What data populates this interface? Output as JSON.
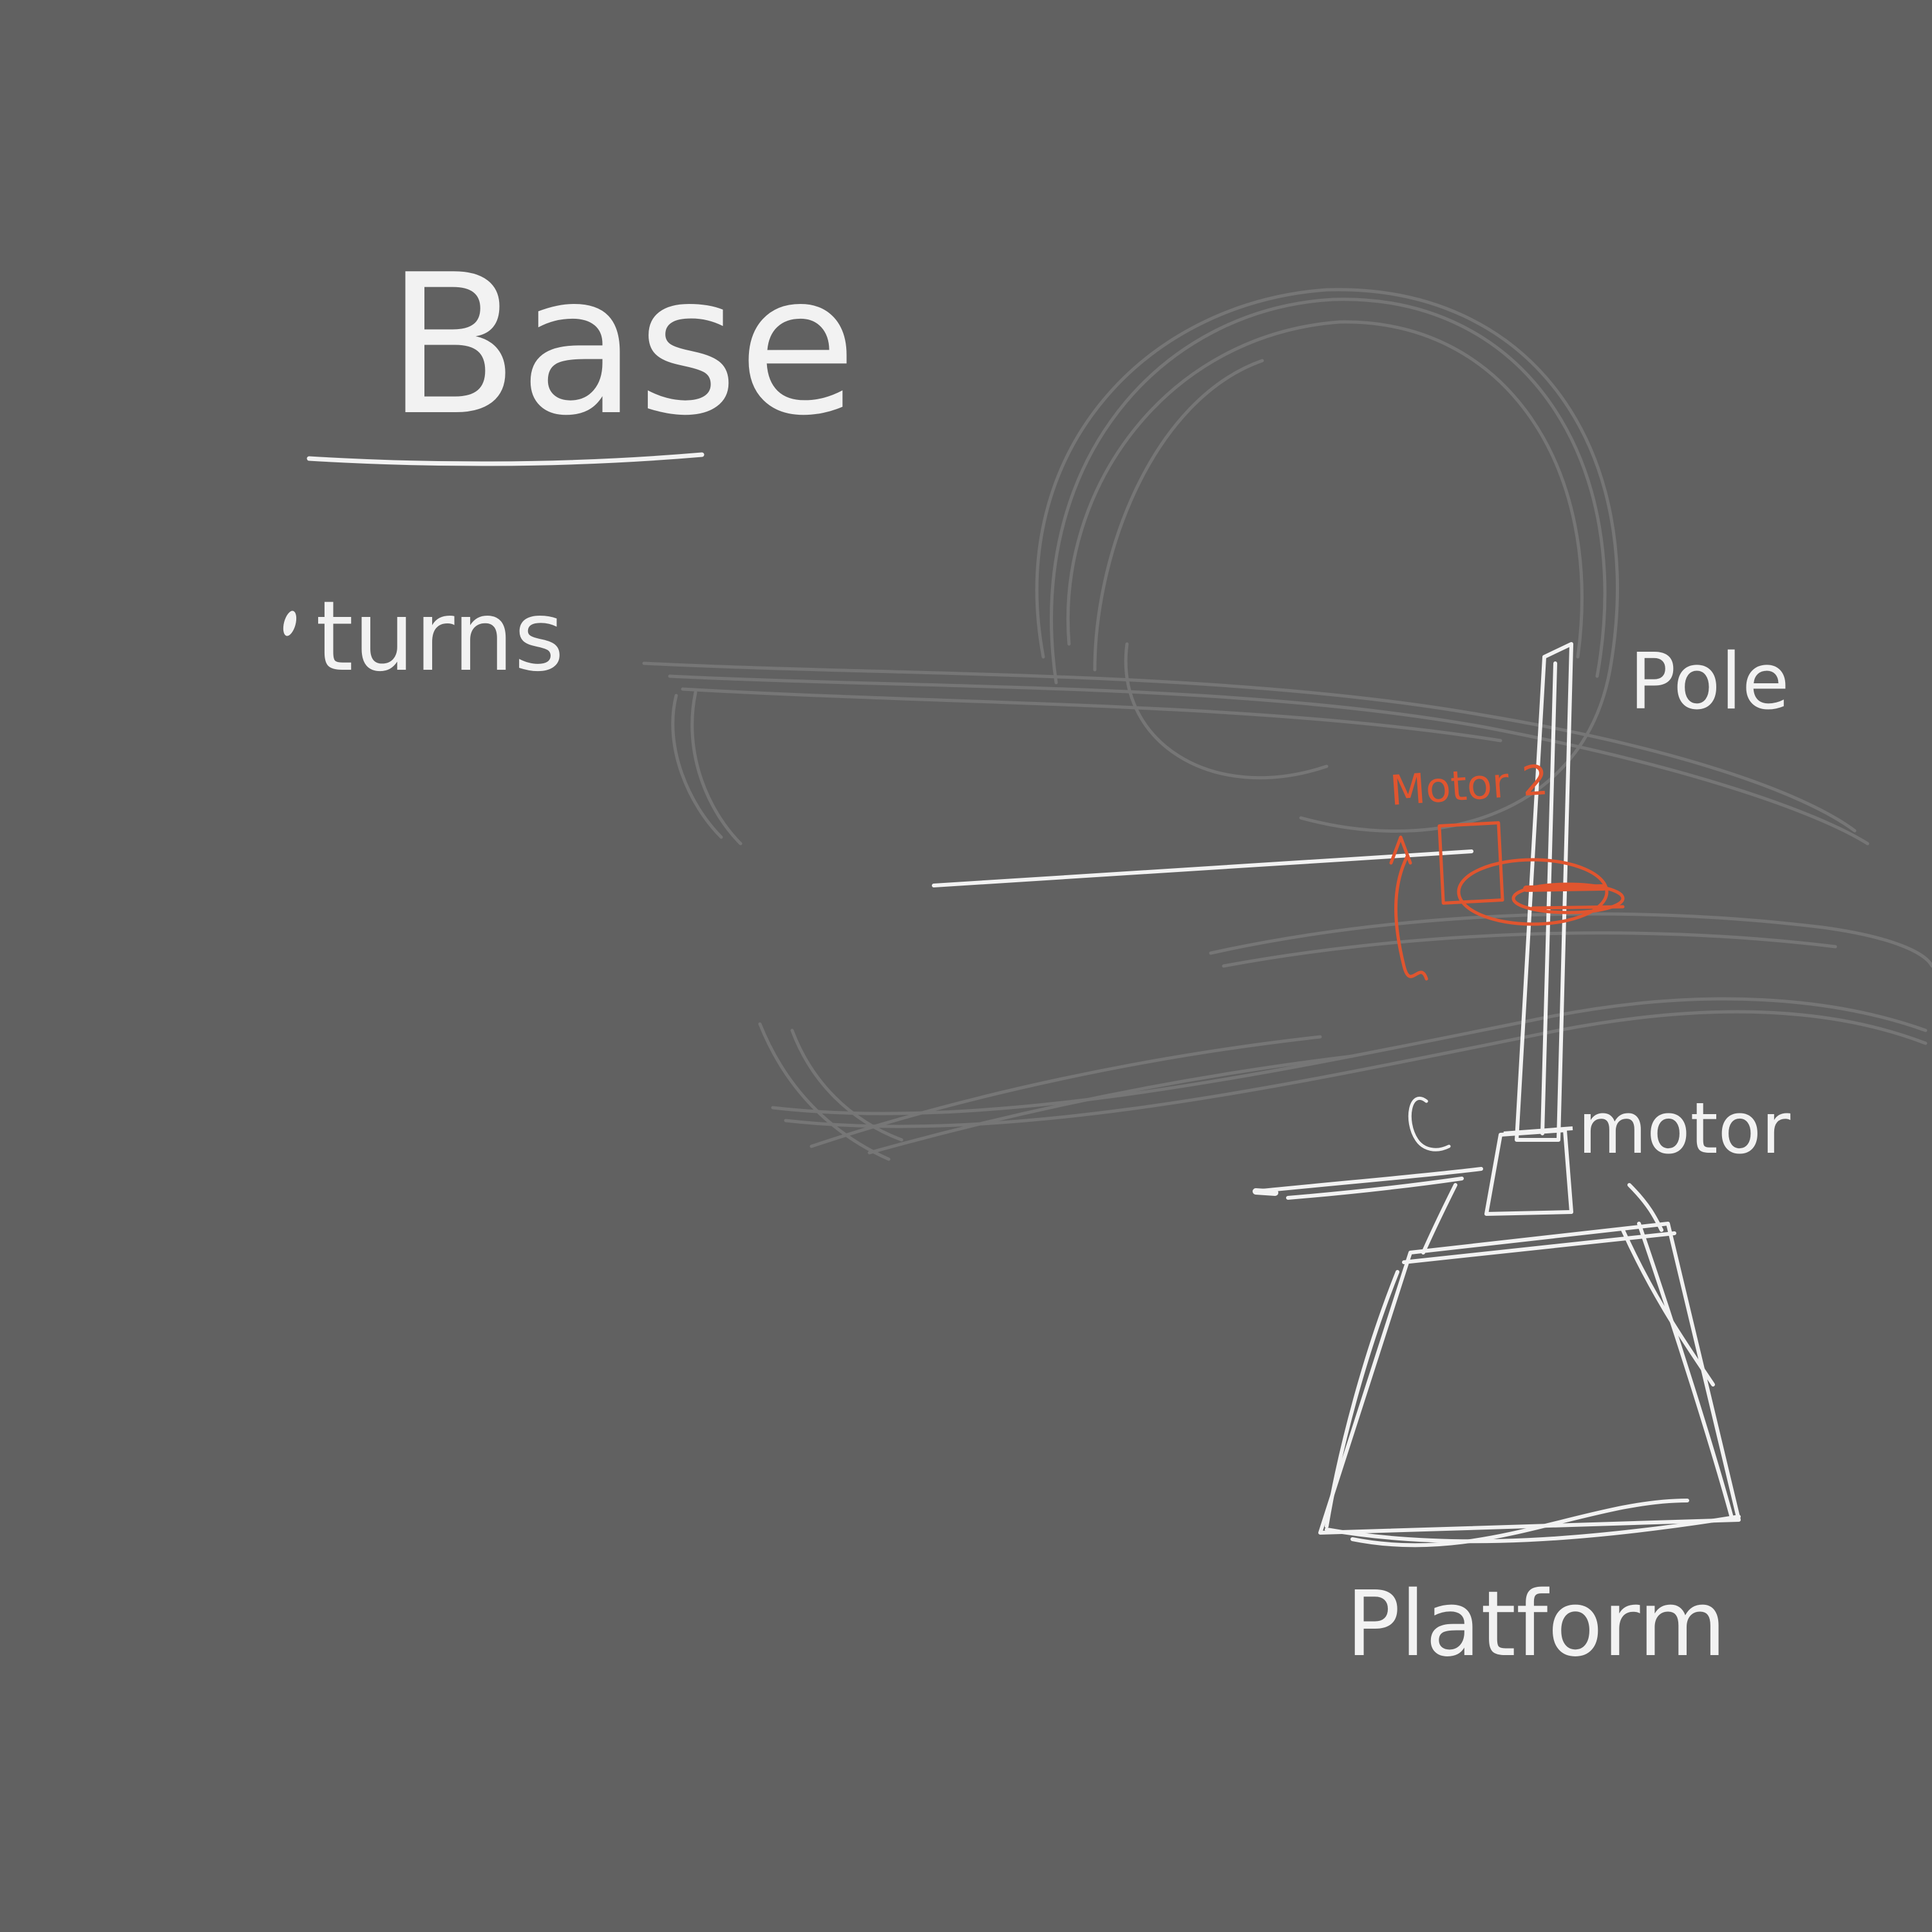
{
  "title": "Base",
  "bullets": [
    "turns"
  ],
  "labels": {
    "pole": "Pole",
    "motor": "motor",
    "motor2": "Motor 2",
    "platform": "Platform"
  },
  "colors": {
    "background": "#616161",
    "ink": "#f2f2f2",
    "accent": "#e0552f",
    "faint": "#7c7c7c"
  }
}
